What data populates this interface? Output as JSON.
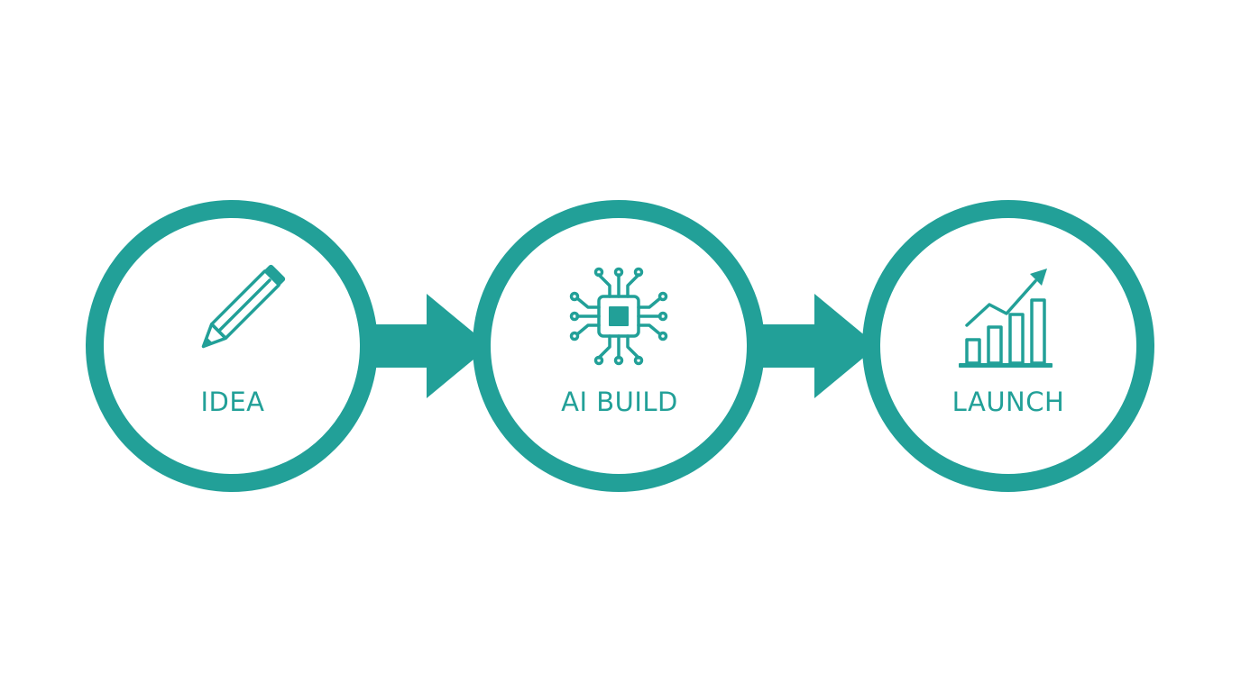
{
  "colors": {
    "accent": "#22a098",
    "background": "#ffffff"
  },
  "steps": [
    {
      "label": "IDEA",
      "icon": "pencil-icon"
    },
    {
      "label": "AI BUILD",
      "icon": "cpu-chip-icon"
    },
    {
      "label": "LAUNCH",
      "icon": "growth-chart-icon"
    }
  ],
  "connectors": [
    {
      "from": "IDEA",
      "to": "AI BUILD",
      "icon": "arrow-right-icon"
    },
    {
      "from": "AI BUILD",
      "to": "LAUNCH",
      "icon": "arrow-right-icon"
    }
  ]
}
